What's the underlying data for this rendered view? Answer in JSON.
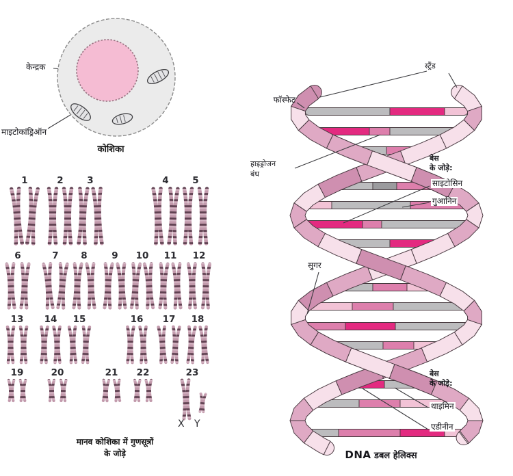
{
  "cell": {
    "nucleus_label": "केन्द्रक",
    "mitochondrion_label": "माइटोकांड्रिऑन",
    "caption": "कोशिका"
  },
  "karyotype": {
    "rows": [
      [
        "1",
        "2",
        "3",
        "4",
        "5"
      ],
      [
        "6",
        "7",
        "8",
        "9",
        "10",
        "11",
        "12"
      ],
      [
        "13",
        "14",
        "15",
        "16",
        "17",
        "18"
      ],
      [
        "19",
        "20",
        "21",
        "22",
        "23"
      ]
    ],
    "sex_chromosomes": "X Y",
    "caption_line1": "मानव कोशिका में गुणसूत्रों",
    "caption_line2": "के जोड़े"
  },
  "dna": {
    "strand_label": "स्ट्रैंड",
    "phosphate_label": "फॉस्फेट",
    "hydrogen_label_line1": "हाइड्रोजन",
    "hydrogen_label_line2": "बंध",
    "base_pairs_top_line1": "बेस",
    "base_pairs_top_line2": "के जोड़े:",
    "cytosine_label": "साइटोसिन",
    "guanine_label": "गुआनिन",
    "sugar_label": "सुगर",
    "base_pairs_bottom_line1": "बेस",
    "base_pairs_bottom_line2": "के जोड़े:",
    "thymine_label": "थाइमिन",
    "adenine_label": "एडीनीन",
    "caption_bold": "DNA",
    "caption_rest": " डबल हेलिक्स"
  },
  "colors": {
    "cell_fill": "#ebebeb",
    "nucleus_fill": "#f5bcd3",
    "mitochondrion_fill": "#e4e4e6",
    "chromosome_body": "#c29aac",
    "chromosome_band": "#5e4050",
    "chromosome_light": "#d9bcc9",
    "helix_light": "#f7e0ea",
    "helix_medium": "#dfa9c4",
    "helix_dark": "#cf8fb0",
    "rod_gray": "#bcbcbe",
    "rod_darkgray": "#9b9b9e",
    "rod_pink": "#dd7fac",
    "rod_magenta": "#e32a80",
    "rod_lightpink": "#f2c3d6"
  }
}
